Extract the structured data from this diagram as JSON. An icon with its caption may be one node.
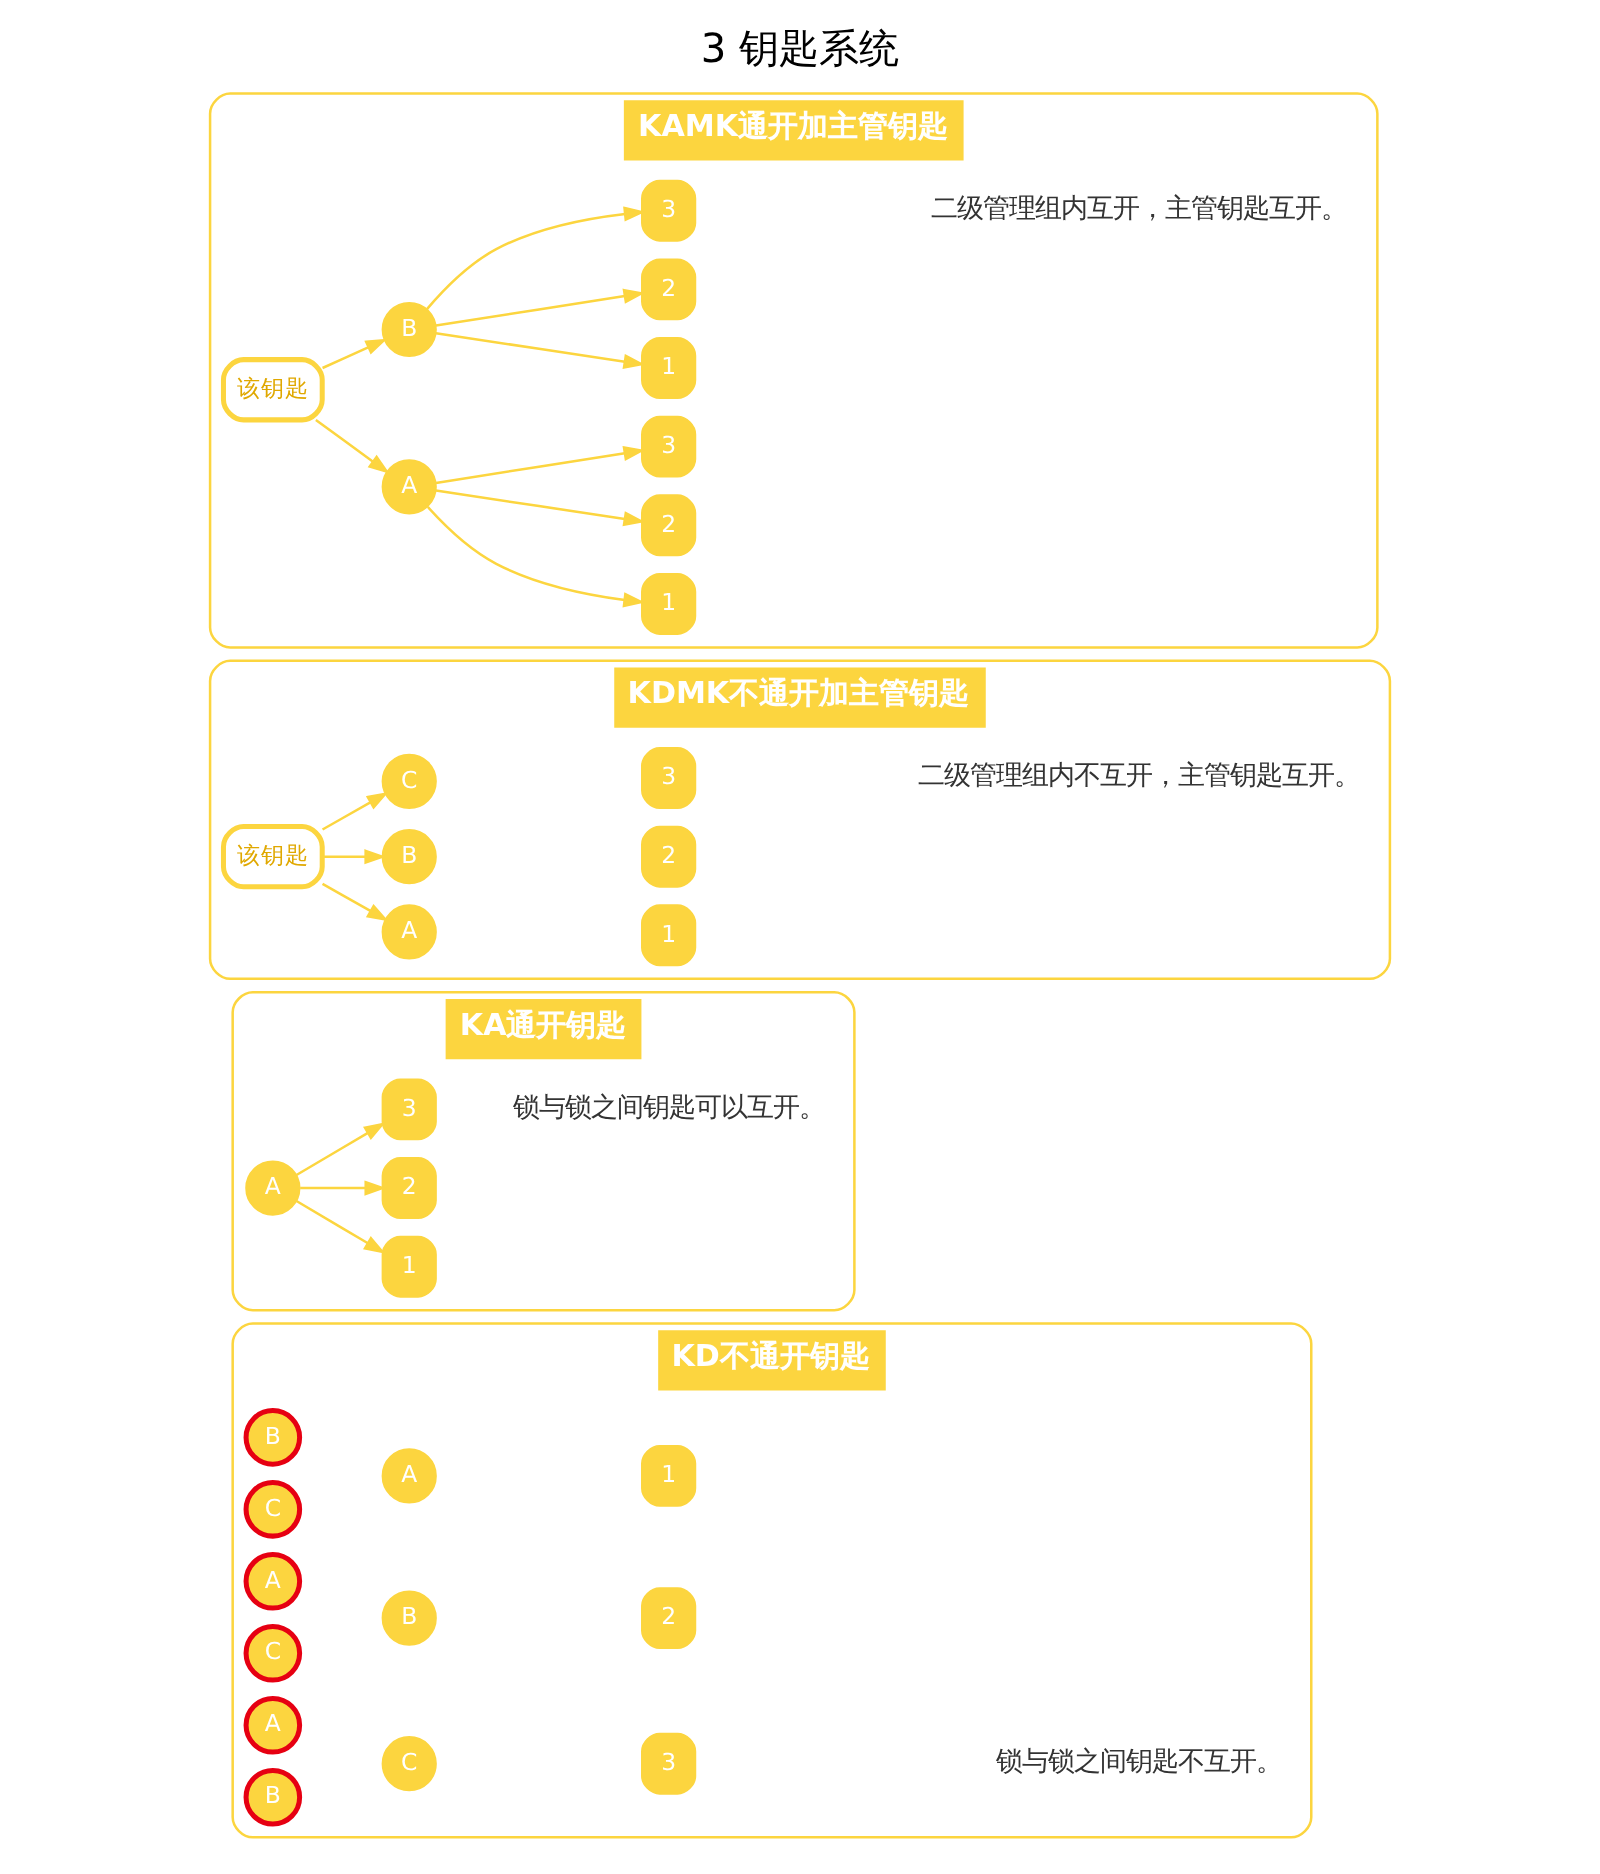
{
  "diagram": {
    "title": "3 钥匙系统",
    "nodes": [
      {
        "text": [
          "KD不通开钥匙"
        ],
        "beside": [
          "锁与锁之间钥匙不互开。"
        ]
      },
      {
        "text": [
          "B"
        ],
        "in": 0
      },
      {
        "text": [
          "C"
        ],
        "in": 0
      },
      {
        "text": [
          "A"
        ],
        "in": 0
      },
      {
        "text": [
          "1"
        ],
        "in": 0
      },
      {
        "text": [
          "A"
        ],
        "in": 0
      },
      {
        "text": [
          "C"
        ],
        "in": 0
      },
      {
        "text": [
          "B"
        ],
        "in": 0
      },
      {
        "text": [
          "2"
        ],
        "in": 0
      },
      {
        "text": [
          "A"
        ],
        "in": 0
      },
      {
        "text": [
          "B"
        ],
        "in": 0
      },
      {
        "text": [
          "C"
        ],
        "in": 0
      },
      {
        "text": [
          "3"
        ],
        "in": 0
      },
      {
        "text": [
          "KA通开钥匙"
        ],
        "beside": [
          "锁与锁之间钥匙可以互开。"
        ]
      },
      {
        "text": [
          "A"
        ],
        "in": 13
      },
      {
        "text": [
          "1"
        ],
        "in": 13
      },
      {
        "text": [
          "2"
        ],
        "in": 13
      },
      {
        "text": [
          "3"
        ],
        "in": 13
      },
      {
        "text": [
          "KDMK不通开加主管钥匙"
        ],
        "beside": [
          "二级管理组内不互开，主管钥匙互开。"
        ]
      },
      {
        "text": [
          "该钥匙"
        ],
        "in": 18
      },
      {
        "text": [
          "A"
        ],
        "in": 18
      },
      {
        "text": [
          "1"
        ],
        "in": 18
      },
      {
        "text": [
          "B"
        ],
        "in": 18
      },
      {
        "text": [
          "2"
        ],
        "in": 18
      },
      {
        "text": [
          "C"
        ],
        "in": 18
      },
      {
        "text": [
          "3"
        ],
        "in": 18
      },
      {
        "text": [
          "KAMK通开加主管钥匙"
        ],
        "beside": [
          "二级管理组内互开，主管钥匙互开。"
        ]
      },
      {
        "text": [
          "该钥匙"
        ],
        "in": 26
      },
      {
        "text": [
          "A"
        ],
        "in": 26
      },
      {
        "text": [
          "1"
        ],
        "in": 26
      },
      {
        "text": [
          "2"
        ],
        "in": 26
      },
      {
        "text": [
          "3"
        ],
        "in": 26
      },
      {
        "text": [
          "B"
        ],
        "in": 26
      },
      {
        "text": [
          "1"
        ],
        "in": 26
      },
      {
        "text": [
          "2"
        ],
        "in": 26
      },
      {
        "text": [
          "3"
        ],
        "in": 26
      }
    ],
    "edges": [
      {
        "from": 14,
        "to": 15,
        "arrow": "to"
      },
      {
        "from": 14,
        "to": 16,
        "arrow": "to"
      },
      {
        "from": 14,
        "to": 17,
        "arrow": "to"
      },
      {
        "from": 19,
        "to": 20,
        "arrow": "to"
      },
      {
        "from": 19,
        "to": 22,
        "arrow": "to"
      },
      {
        "from": 19,
        "to": 24,
        "arrow": "to"
      },
      {
        "from": 27,
        "to": 28,
        "arrow": "to"
      },
      {
        "from": 27,
        "to": 32,
        "arrow": "to"
      },
      {
        "from": 28,
        "to": 29,
        "arrow": "to"
      },
      {
        "from": 28,
        "to": 30,
        "arrow": "to"
      },
      {
        "from": 28,
        "to": 31,
        "arrow": "to"
      },
      {
        "from": 32,
        "to": 33,
        "arrow": "to"
      },
      {
        "from": 32,
        "to": 34,
        "arrow": "to"
      },
      {
        "from": 32,
        "to": 35,
        "arrow": "to"
      }
    ]
  }
}
